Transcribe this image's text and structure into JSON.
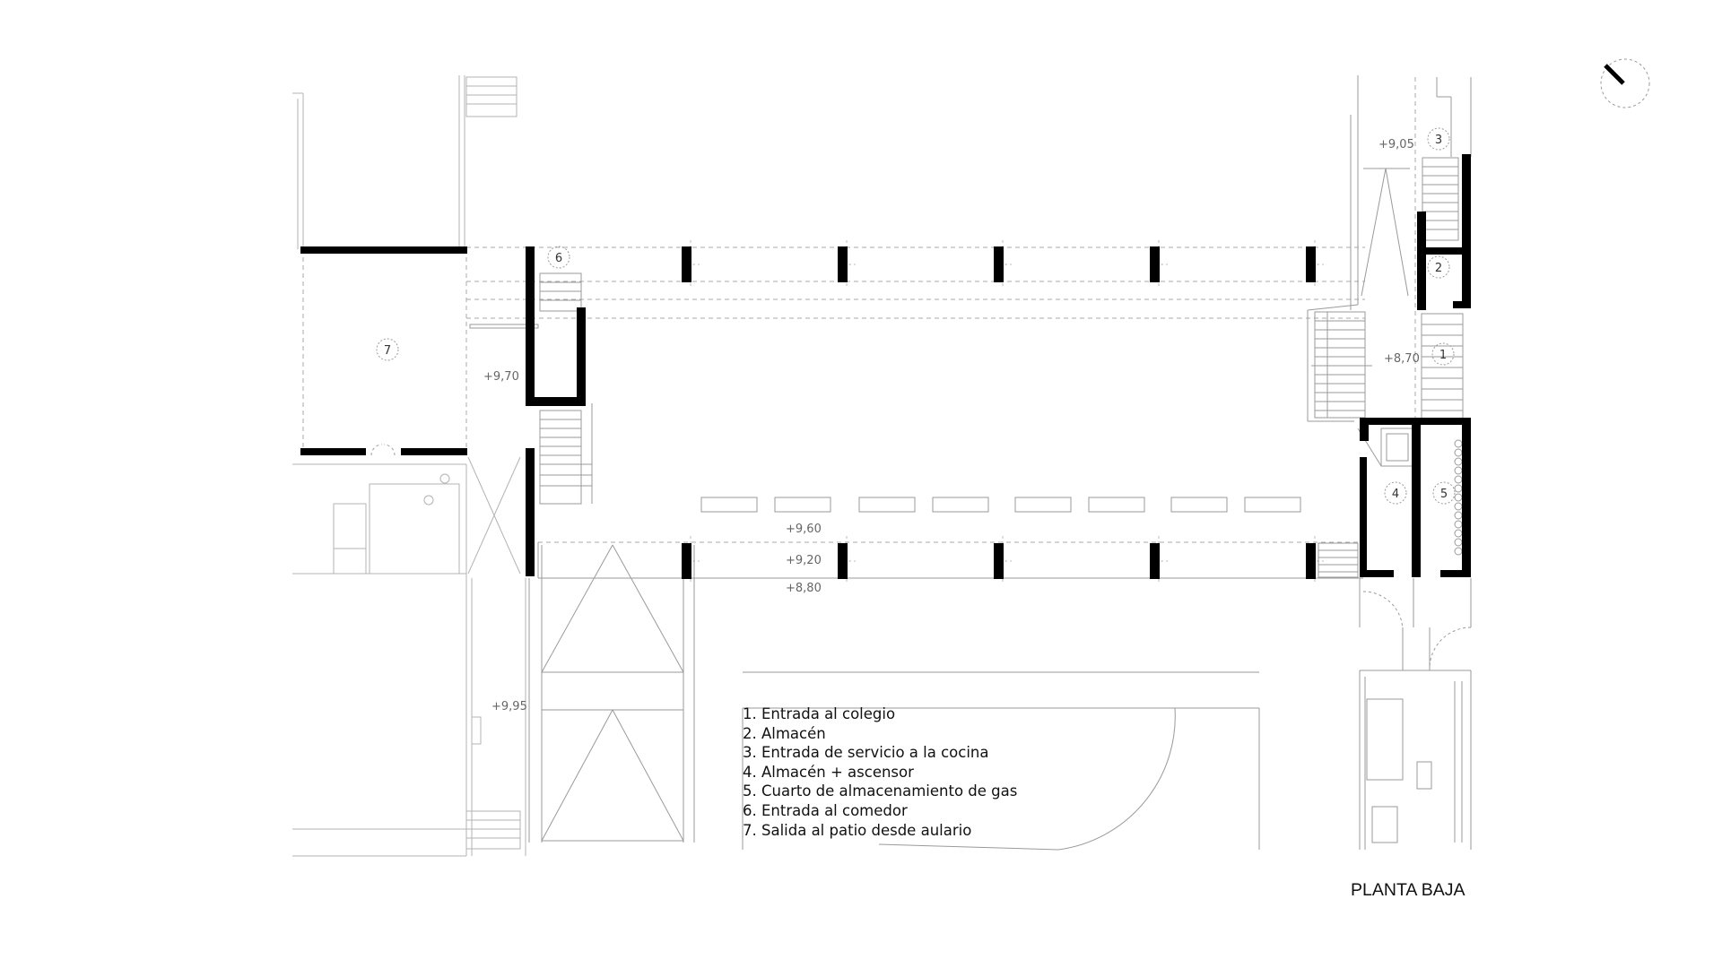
{
  "title": "PLANTA BAJA",
  "legend": [
    "1. Entrada al colegio",
    "2. Almacén",
    "3. Entrada de servicio a la cocina",
    "4. Almacén + ascensor",
    "5. Cuarto de almacenamiento de gas",
    "6. Entrada al comedor",
    "7. Salida al patio desde aulario"
  ],
  "room_numbers": [
    "1",
    "2",
    "3",
    "4",
    "5",
    "6",
    "7"
  ],
  "levels": [
    "+9,05",
    "+8,70",
    "+9,70",
    "+9,60",
    "+9,20",
    "+8,80",
    "+9,95"
  ],
  "north_icon": "north-arrow-icon",
  "colors": {
    "wall": "#000000",
    "line": "#9a9a9a",
    "text": "#111111"
  }
}
